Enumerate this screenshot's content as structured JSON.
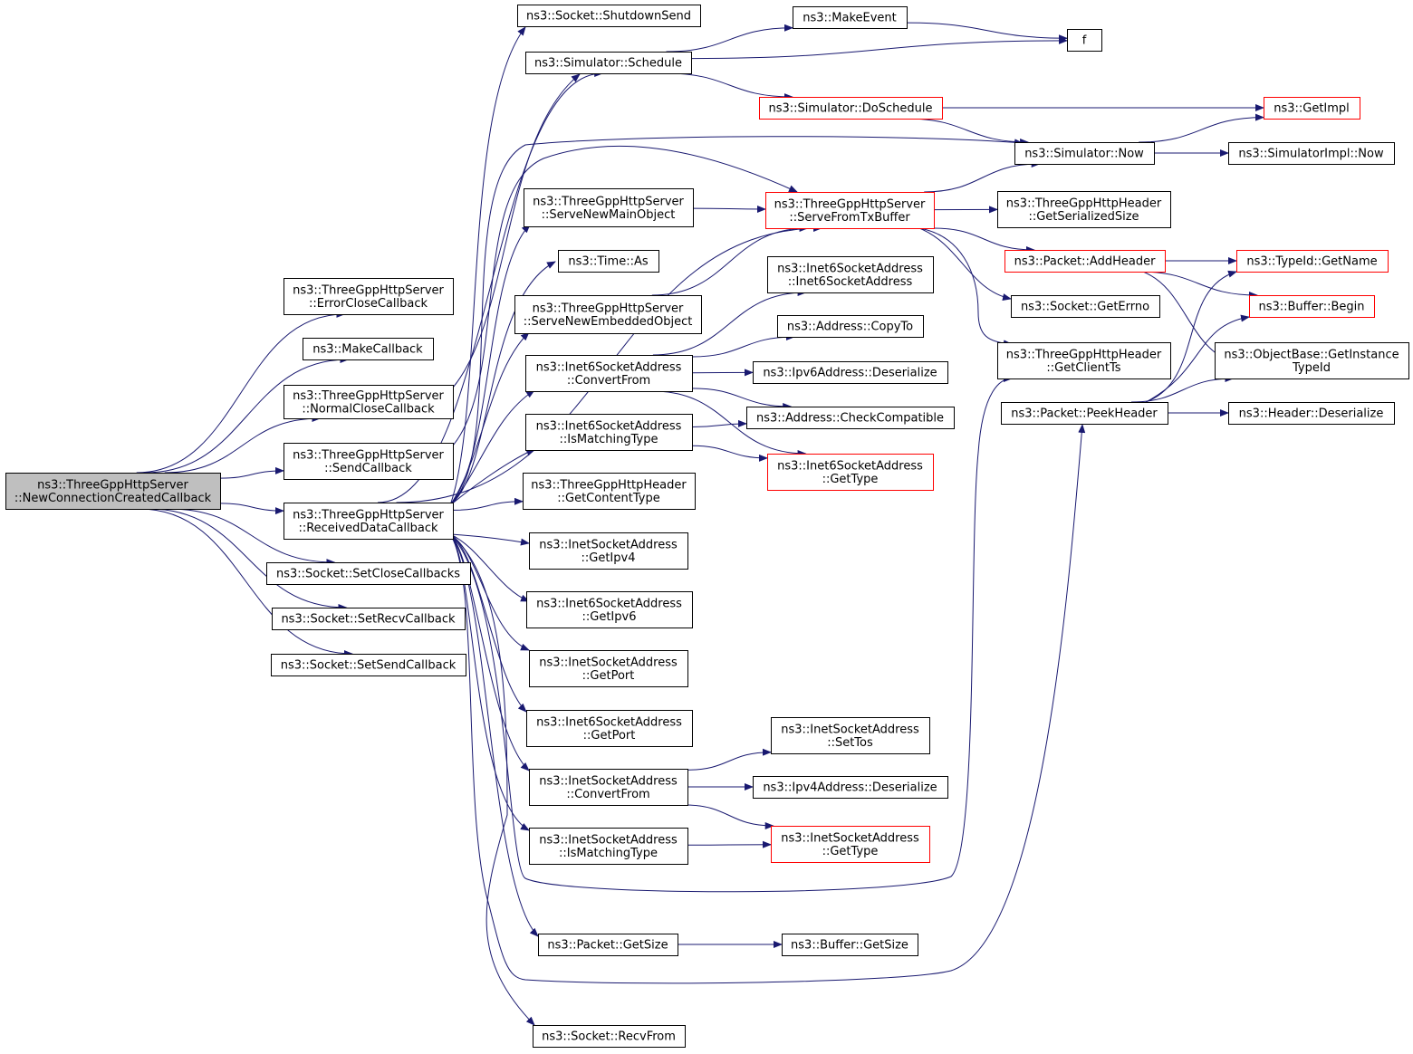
{
  "colors": {
    "edge": "#191970",
    "border_normal": "#000000",
    "border_truncated": "#ff0000",
    "root_fill": "#bfbfbf",
    "node_fill": "#ffffff"
  },
  "nodes": [
    {
      "id": "root",
      "lines": [
        "ns3::ThreeGppHttpServer",
        "::NewConnectionCreatedCallback"
      ],
      "style": "root"
    },
    {
      "id": "errclose",
      "lines": [
        "ns3::ThreeGppHttpServer",
        "::ErrorCloseCallback"
      ],
      "style": "normal"
    },
    {
      "id": "makecb",
      "lines": [
        "ns3::MakeCallback"
      ],
      "style": "normal"
    },
    {
      "id": "normclose",
      "lines": [
        "ns3::ThreeGppHttpServer",
        "::NormalCloseCallback"
      ],
      "style": "normal"
    },
    {
      "id": "sendcb",
      "lines": [
        "ns3::ThreeGppHttpServer",
        "::SendCallback"
      ],
      "style": "normal"
    },
    {
      "id": "recvdata",
      "lines": [
        "ns3::ThreeGppHttpServer",
        "::ReceivedDataCallback"
      ],
      "style": "normal"
    },
    {
      "id": "setclose",
      "lines": [
        "ns3::Socket::SetCloseCallbacks"
      ],
      "style": "normal"
    },
    {
      "id": "setrecv",
      "lines": [
        "ns3::Socket::SetRecvCallback"
      ],
      "style": "normal"
    },
    {
      "id": "setsend",
      "lines": [
        "ns3::Socket::SetSendCallback"
      ],
      "style": "normal"
    },
    {
      "id": "shutdown",
      "lines": [
        "ns3::Socket::ShutdownSend"
      ],
      "style": "normal"
    },
    {
      "id": "schedule",
      "lines": [
        "ns3::Simulator::Schedule"
      ],
      "style": "normal"
    },
    {
      "id": "servemain",
      "lines": [
        "ns3::ThreeGppHttpServer",
        "::ServeNewMainObject"
      ],
      "style": "normal"
    },
    {
      "id": "timeas",
      "lines": [
        "ns3::Time::As"
      ],
      "style": "normal"
    },
    {
      "id": "serveemb",
      "lines": [
        "ns3::ThreeGppHttpServer",
        "::ServeNewEmbeddedObject"
      ],
      "style": "normal"
    },
    {
      "id": "i6conv",
      "lines": [
        "ns3::Inet6SocketAddress",
        "::ConvertFrom"
      ],
      "style": "normal"
    },
    {
      "id": "i6match",
      "lines": [
        "ns3::Inet6SocketAddress",
        "::IsMatchingType"
      ],
      "style": "normal"
    },
    {
      "id": "hdrctype",
      "lines": [
        "ns3::ThreeGppHttpHeader",
        "::GetContentType"
      ],
      "style": "normal"
    },
    {
      "id": "i4ipv4",
      "lines": [
        "ns3::InetSocketAddress",
        "::GetIpv4"
      ],
      "style": "normal"
    },
    {
      "id": "i6ipv6",
      "lines": [
        "ns3::Inet6SocketAddress",
        "::GetIpv6"
      ],
      "style": "normal"
    },
    {
      "id": "i4port",
      "lines": [
        "ns3::InetSocketAddress",
        "::GetPort"
      ],
      "style": "normal"
    },
    {
      "id": "i6port",
      "lines": [
        "ns3::Inet6SocketAddress",
        "::GetPort"
      ],
      "style": "normal"
    },
    {
      "id": "i4conv",
      "lines": [
        "ns3::InetSocketAddress",
        "::ConvertFrom"
      ],
      "style": "normal"
    },
    {
      "id": "i4match",
      "lines": [
        "ns3::InetSocketAddress",
        "::IsMatchingType"
      ],
      "style": "normal"
    },
    {
      "id": "pktsize",
      "lines": [
        "ns3::Packet::GetSize"
      ],
      "style": "normal"
    },
    {
      "id": "recvfrom",
      "lines": [
        "ns3::Socket::RecvFrom"
      ],
      "style": "normal"
    },
    {
      "id": "makeevent",
      "lines": [
        "ns3::MakeEvent"
      ],
      "style": "normal"
    },
    {
      "id": "doschedule",
      "lines": [
        "ns3::Simulator::DoSchedule"
      ],
      "style": "truncated"
    },
    {
      "id": "servetx",
      "lines": [
        "ns3::ThreeGppHttpServer",
        "::ServeFromTxBuffer"
      ],
      "style": "truncated"
    },
    {
      "id": "i6ctor",
      "lines": [
        "ns3::Inet6SocketAddress",
        "::Inet6SocketAddress"
      ],
      "style": "normal"
    },
    {
      "id": "addrcopy",
      "lines": [
        "ns3::Address::CopyTo"
      ],
      "style": "normal"
    },
    {
      "id": "ip6deser",
      "lines": [
        "ns3::Ipv6Address::Deserialize"
      ],
      "style": "normal"
    },
    {
      "id": "addrcompat",
      "lines": [
        "ns3::Address::CheckCompatible"
      ],
      "style": "normal"
    },
    {
      "id": "i6gettype",
      "lines": [
        "ns3::Inet6SocketAddress",
        "::GetType"
      ],
      "style": "truncated"
    },
    {
      "id": "i4settos",
      "lines": [
        "ns3::InetSocketAddress",
        "::SetTos"
      ],
      "style": "normal"
    },
    {
      "id": "ip4deser",
      "lines": [
        "ns3::Ipv4Address::Deserialize"
      ],
      "style": "normal"
    },
    {
      "id": "i4gettype",
      "lines": [
        "ns3::InetSocketAddress",
        "::GetType"
      ],
      "style": "truncated"
    },
    {
      "id": "bufsize",
      "lines": [
        "ns3::Buffer::GetSize"
      ],
      "style": "normal"
    },
    {
      "id": "f",
      "lines": [
        "f"
      ],
      "style": "normal"
    },
    {
      "id": "simnow",
      "lines": [
        "ns3::Simulator::Now"
      ],
      "style": "normal"
    },
    {
      "id": "hdrser",
      "lines": [
        "ns3::ThreeGppHttpHeader",
        "::GetSerializedSize"
      ],
      "style": "normal"
    },
    {
      "id": "addheader",
      "lines": [
        "ns3::Packet::AddHeader"
      ],
      "style": "truncated"
    },
    {
      "id": "geterrno",
      "lines": [
        "ns3::Socket::GetErrno"
      ],
      "style": "normal"
    },
    {
      "id": "clientts",
      "lines": [
        "ns3::ThreeGppHttpHeader",
        "::GetClientTs"
      ],
      "style": "normal"
    },
    {
      "id": "peekheader",
      "lines": [
        "ns3::Packet::PeekHeader"
      ],
      "style": "normal"
    },
    {
      "id": "getimpl",
      "lines": [
        "ns3::GetImpl"
      ],
      "style": "truncated"
    },
    {
      "id": "implnow",
      "lines": [
        "ns3::SimulatorImpl::Now"
      ],
      "style": "normal"
    },
    {
      "id": "typename",
      "lines": [
        "ns3::TypeId::GetName"
      ],
      "style": "truncated"
    },
    {
      "id": "bufbegin",
      "lines": [
        "ns3::Buffer::Begin"
      ],
      "style": "truncated"
    },
    {
      "id": "objtypeid",
      "lines": [
        "ns3::ObjectBase::GetInstance",
        "TypeId"
      ],
      "style": "normal"
    },
    {
      "id": "hdrdeser",
      "lines": [
        "ns3::Header::Deserialize"
      ],
      "style": "normal"
    }
  ],
  "edges": [
    [
      "root",
      "errclose"
    ],
    [
      "root",
      "makecb"
    ],
    [
      "root",
      "normclose"
    ],
    [
      "root",
      "sendcb"
    ],
    [
      "root",
      "recvdata"
    ],
    [
      "root",
      "setclose"
    ],
    [
      "root",
      "setrecv"
    ],
    [
      "root",
      "setsend"
    ],
    [
      "normclose",
      "schedule"
    ],
    [
      "sendcb",
      "servetx"
    ],
    [
      "recvdata",
      "shutdown"
    ],
    [
      "recvdata",
      "schedule"
    ],
    [
      "recvdata",
      "simnow"
    ],
    [
      "recvdata",
      "servetx"
    ],
    [
      "recvdata",
      "servemain"
    ],
    [
      "recvdata",
      "timeas"
    ],
    [
      "recvdata",
      "serveemb"
    ],
    [
      "recvdata",
      "i6conv"
    ],
    [
      "recvdata",
      "i6match"
    ],
    [
      "recvdata",
      "hdrctype"
    ],
    [
      "recvdata",
      "i4ipv4"
    ],
    [
      "recvdata",
      "i6ipv6"
    ],
    [
      "recvdata",
      "i4port"
    ],
    [
      "recvdata",
      "i6port"
    ],
    [
      "recvdata",
      "i4conv"
    ],
    [
      "recvdata",
      "i4match"
    ],
    [
      "recvdata",
      "clientts"
    ],
    [
      "recvdata",
      "pktsize"
    ],
    [
      "recvdata",
      "peekheader"
    ],
    [
      "recvdata",
      "recvfrom"
    ],
    [
      "schedule",
      "makeevent"
    ],
    [
      "schedule",
      "f"
    ],
    [
      "schedule",
      "doschedule"
    ],
    [
      "makeevent",
      "f"
    ],
    [
      "doschedule",
      "getimpl"
    ],
    [
      "doschedule",
      "simnow"
    ],
    [
      "servemain",
      "servetx"
    ],
    [
      "serveemb",
      "servetx"
    ],
    [
      "servetx",
      "simnow"
    ],
    [
      "servetx",
      "hdrser"
    ],
    [
      "servetx",
      "addheader"
    ],
    [
      "servetx",
      "geterrno"
    ],
    [
      "servetx",
      "clientts"
    ],
    [
      "simnow",
      "getimpl"
    ],
    [
      "simnow",
      "implnow"
    ],
    [
      "addheader",
      "typename"
    ],
    [
      "addheader",
      "bufbegin"
    ],
    [
      "addheader",
      "objtypeid"
    ],
    [
      "peekheader",
      "typename"
    ],
    [
      "peekheader",
      "bufbegin"
    ],
    [
      "peekheader",
      "objtypeid"
    ],
    [
      "peekheader",
      "hdrdeser"
    ],
    [
      "i6conv",
      "i6ctor"
    ],
    [
      "i6conv",
      "addrcopy"
    ],
    [
      "i6conv",
      "ip6deser"
    ],
    [
      "i6conv",
      "addrcompat"
    ],
    [
      "i6conv",
      "i6gettype"
    ],
    [
      "i6match",
      "addrcompat"
    ],
    [
      "i6match",
      "i6gettype"
    ],
    [
      "i4conv",
      "i4settos"
    ],
    [
      "i4conv",
      "ip4deser"
    ],
    [
      "i4conv",
      "i4gettype"
    ],
    [
      "i4match",
      "i4gettype"
    ],
    [
      "pktsize",
      "bufsize"
    ]
  ]
}
